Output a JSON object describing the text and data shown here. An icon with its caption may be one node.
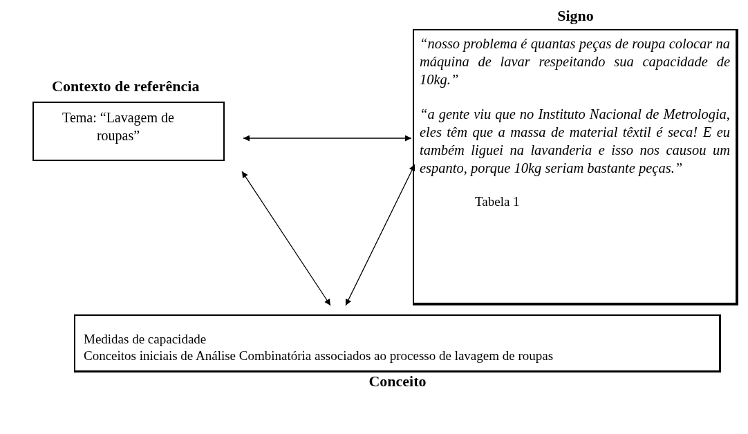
{
  "diagram": {
    "nodes": [
      {
        "text": [
          "Contexto de referência",
          "Tema: “Lavagem de roupas”"
        ]
      },
      {
        "text": [
          "Signo",
          "“nosso problema é quantas peças de roupa colocar na máquina de lavar respeitando sua capacidade de 10kg.”",
          "“a gente viu que no Instituto Nacional de Metrologia, eles têm que a massa de material têxtil é seca! E eu também liguei na lavanderia e isso nos causou um espanto, porque 10kg seriam bastante peças.”",
          "Tabela 1"
        ]
      },
      {
        "text": [
          "Medidas de capacidade",
          "Conceitos iniciais de Análise Combinatória associados ao processo de lavagem de roupas",
          "Conceito"
        ]
      }
    ],
    "edges": [
      {
        "from": 0,
        "to": 1,
        "arrow": "both"
      },
      {
        "from": 0,
        "to": 2,
        "arrow": "both"
      },
      {
        "from": 1,
        "to": 2,
        "arrow": "both"
      }
    ]
  }
}
